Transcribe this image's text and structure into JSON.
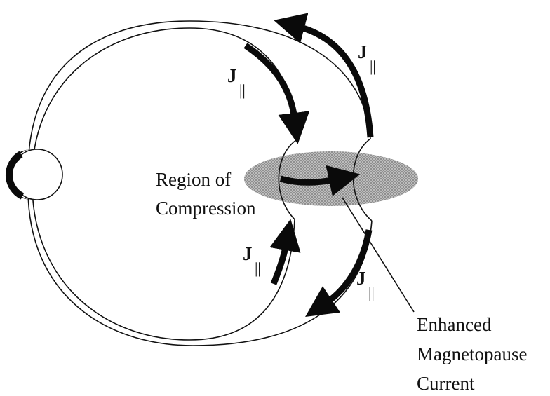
{
  "diagram": {
    "region_label_line1": "Region of",
    "region_label_line2": "Compression",
    "current_label_line1": "Enhanced",
    "current_label_line2": "Magnetopause",
    "current_label_line3": "Current",
    "j_parallel_symbol": "J",
    "j_parallel_subscript": "||",
    "colors": {
      "ink": "#111111",
      "region_fill": "#9a9a9a",
      "background": "#ffffff"
    }
  }
}
